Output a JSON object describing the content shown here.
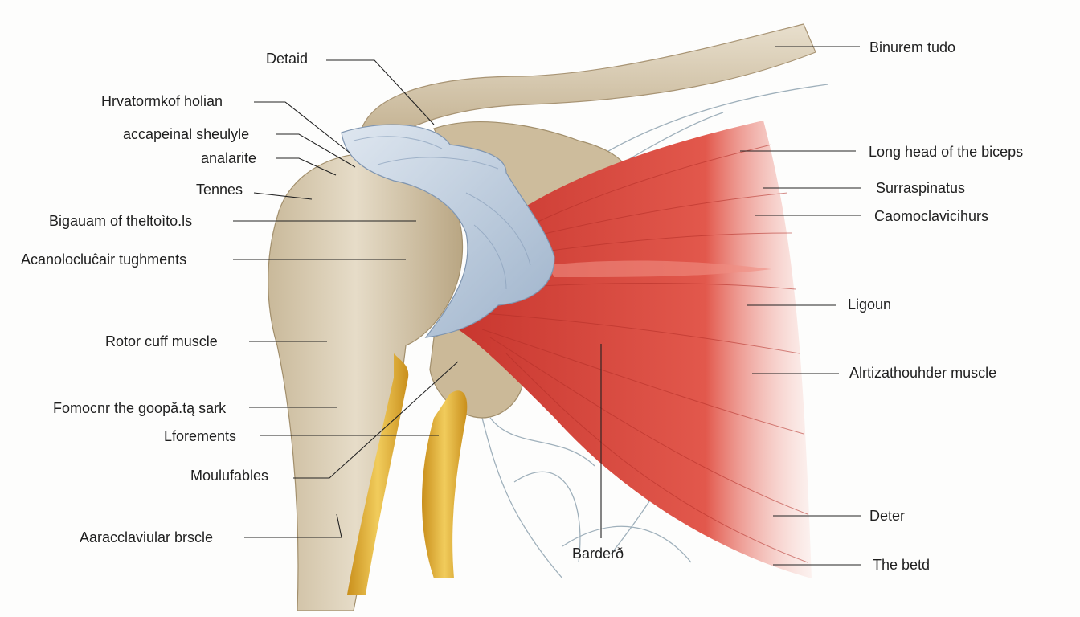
{
  "colors": {
    "background": "#fdfdfc",
    "bone": "#d9ccb1",
    "bone_shadow": "#b8a78a",
    "ligament": "#c7d4e3",
    "muscle": "#d9463f",
    "muscle_light": "#ef7a6e",
    "tendon": "#e5b73c",
    "nerve": "#9aaab5",
    "leader": "#222222"
  },
  "left_labels": [
    {
      "id": "detaid",
      "text": "Detaid"
    },
    {
      "id": "hrvatormkof-holian",
      "text": "Hrvatormkof holian"
    },
    {
      "id": "accapeinal-sheulyle",
      "text": "accapeinal sheulyle"
    },
    {
      "id": "analarite",
      "text": "analarite"
    },
    {
      "id": "tennes",
      "text": "Tennes"
    },
    {
      "id": "bigauam",
      "text": "Bigauam of theltoìto.ls"
    },
    {
      "id": "acanoloclucair",
      "text": "Acanolocluĉair tughments"
    },
    {
      "id": "rotor-cuff-muscle",
      "text": "Rotor cuff muscle"
    },
    {
      "id": "fomocnr",
      "text": "Fomocnr the goopă.tą sark"
    },
    {
      "id": "lforements",
      "text": "Lforements"
    },
    {
      "id": "moulufables",
      "text": "Moulufables"
    },
    {
      "id": "aaracclaviular-brscle",
      "text": "Aaracclaviular brscle"
    }
  ],
  "right_labels": [
    {
      "id": "binurem-tudo",
      "text": "Binurem tudo"
    },
    {
      "id": "long-head-biceps",
      "text": "Long head of the biceps"
    },
    {
      "id": "surraspinatus",
      "text": "Surraspinatus"
    },
    {
      "id": "caomoclavicihurs",
      "text": "Caomoclavicihurs"
    },
    {
      "id": "ligoun",
      "text": "Ligoun"
    },
    {
      "id": "alrtizathouhder-muscle",
      "text": "Alrtizathouhder muscle"
    },
    {
      "id": "deter",
      "text": "Deter"
    },
    {
      "id": "the-betd",
      "text": "The betd"
    }
  ],
  "bottom_labels": [
    {
      "id": "barder",
      "text": "Barderð"
    }
  ]
}
